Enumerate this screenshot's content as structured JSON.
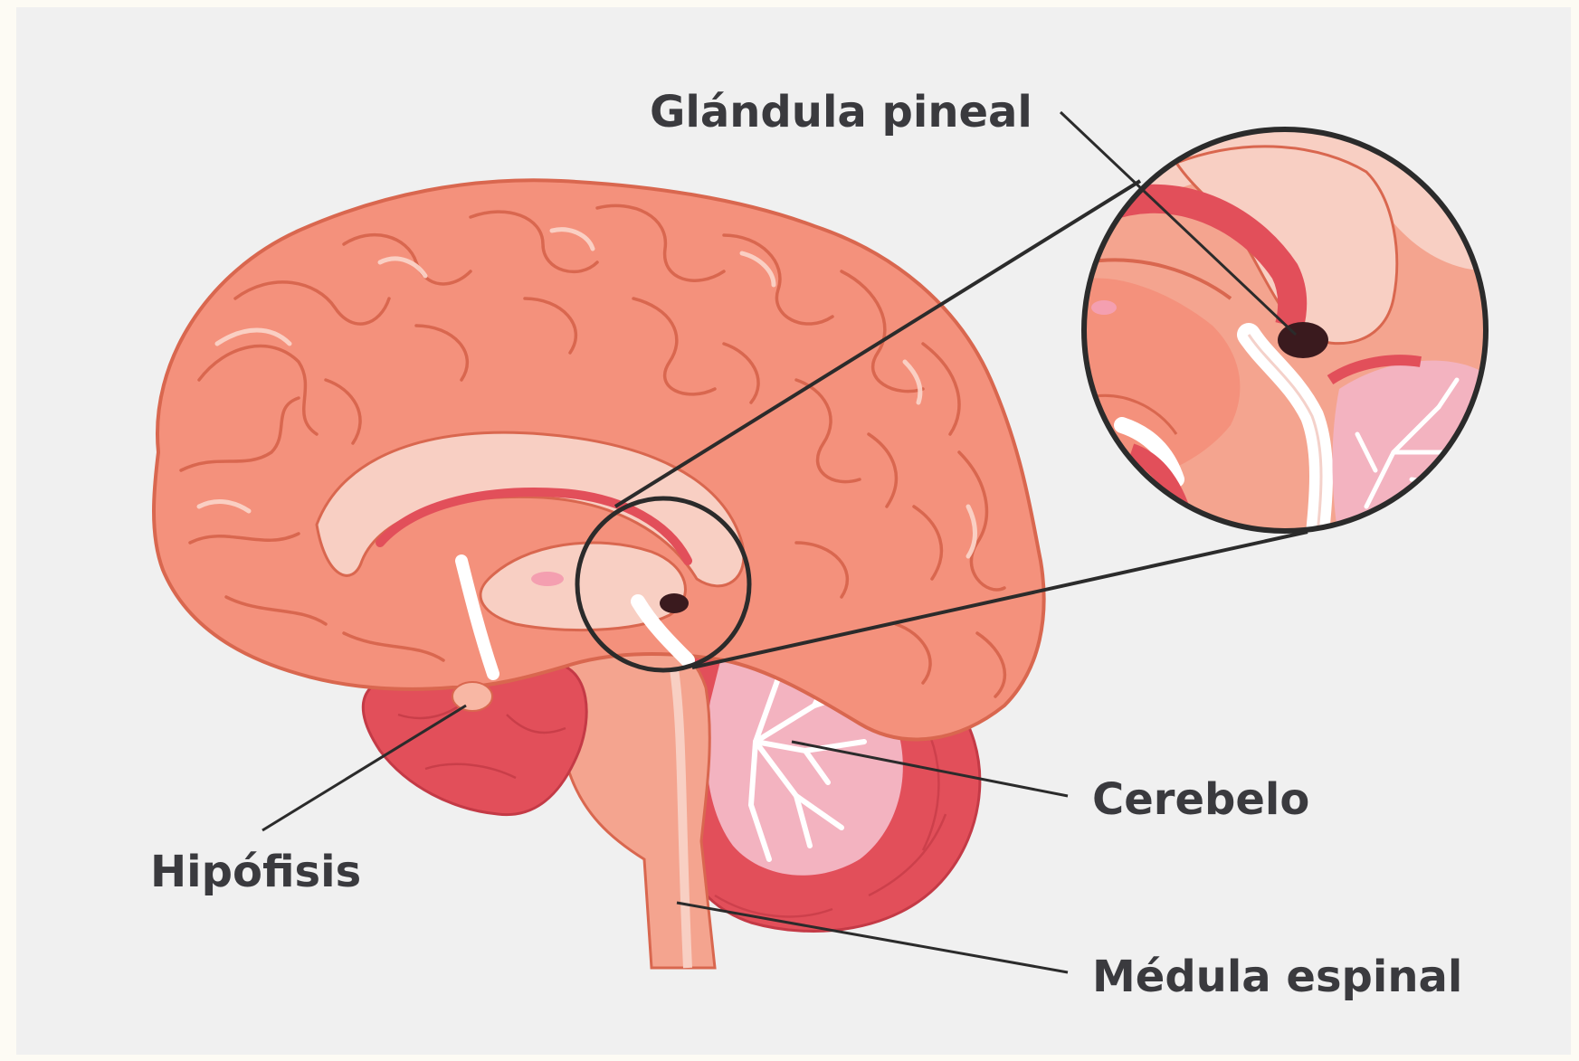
{
  "labels": {
    "pineal": "Glándula pineal",
    "cerebellum": "Cerebelo",
    "pituitary": "Hipófisis",
    "spinal_cord": "Médula espinal"
  },
  "colors": {
    "background": "#f0f0f0",
    "cerebrum": "#f4917c",
    "cerebrum_outline": "#d9674f",
    "deep_red": "#e24f5a",
    "pale_pink": "#f8cfc3",
    "brainstem": "#f4a48f",
    "pineal": "#3a1a1e",
    "label_text": "#3a3a3e"
  }
}
